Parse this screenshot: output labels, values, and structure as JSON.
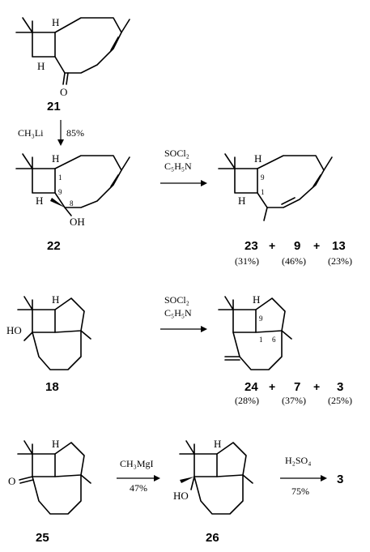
{
  "compounds": {
    "c21": "21",
    "c22": "22",
    "c23": "23",
    "c9": "9",
    "c13": "13",
    "c18": "18",
    "c24": "24",
    "c7": "7",
    "c3a": "3",
    "c25": "25",
    "c26": "26",
    "c3b": "3"
  },
  "reagents": {
    "r1": "CH₃Li",
    "r1_yield": "85%",
    "r2_line1": "SOCl₂",
    "r2_line2": "C₅H₅N",
    "r3_line1": "SOCl₂",
    "r3_line2": "C₅H₅N",
    "r4_line1": "CH₃MgI",
    "r4_yield": "47%",
    "r5_line1": "H₂SO₄",
    "r5_yield": "75%"
  },
  "yields": {
    "y23": "(31%)",
    "y9": "(46%)",
    "y13": "(23%)",
    "y24": "(28%)",
    "y7": "(37%)",
    "y3": "(25%)"
  },
  "atoms": {
    "h": "H",
    "o": "O",
    "oh": "OH",
    "ho": "HO",
    "n1": "1",
    "n6": "6",
    "n8": "8",
    "n9": "9"
  },
  "plus": "+"
}
